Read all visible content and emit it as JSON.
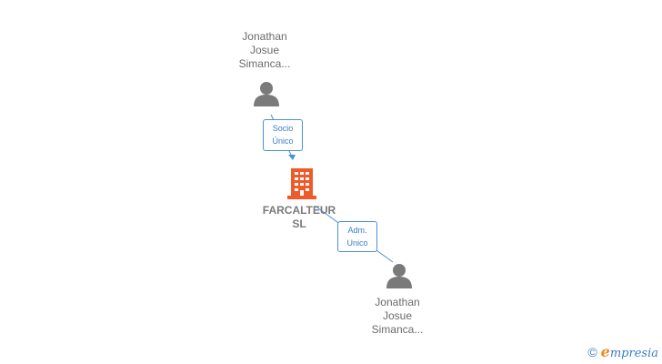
{
  "top_person": {
    "name_lines": [
      "Jonathan",
      "Josue",
      "Simanca..."
    ],
    "icon": "person-icon"
  },
  "company": {
    "name_lines": [
      "FARCALTEUR",
      "SL"
    ],
    "icon": "building-icon",
    "color": "#f05a28"
  },
  "bottom_person": {
    "name_lines": [
      "Jonathan",
      "Josue",
      "Simanca..."
    ],
    "icon": "person-icon"
  },
  "relations": {
    "socio": [
      "Socio",
      "Único"
    ],
    "adm": [
      "Adm.",
      "Unico"
    ]
  },
  "watermark": {
    "copyright": "©",
    "brand_first": "e",
    "brand_rest": "mpresia"
  },
  "colors": {
    "link": "#4a8fd6",
    "person": "#7a7a7a"
  }
}
